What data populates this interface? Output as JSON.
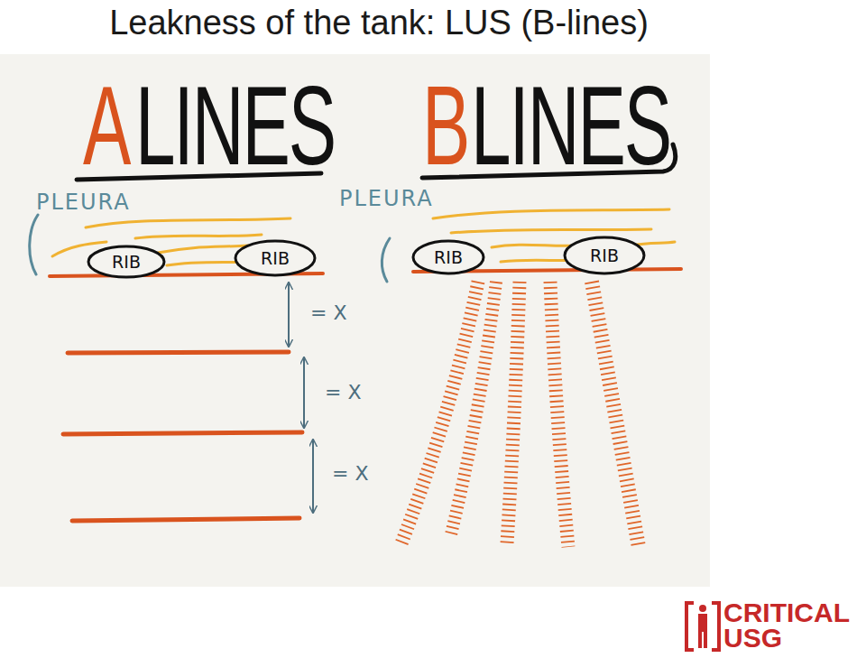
{
  "diagram": {
    "title": "Leakness of the tank: LUS (B-lines)",
    "nodes": [
      {
        "text": [
          "RIB"
        ]
      },
      {
        "text": [
          "RIB"
        ]
      },
      {
        "text": [
          "RIB"
        ]
      },
      {
        "text": [
          "RIB"
        ]
      }
    ],
    "labels": [
      "A",
      "LINES",
      "B",
      "LINES",
      "PLEURA",
      "PLEURA",
      "= X",
      "= X",
      "= X",
      "CRITICAL",
      "USG"
    ]
  }
}
